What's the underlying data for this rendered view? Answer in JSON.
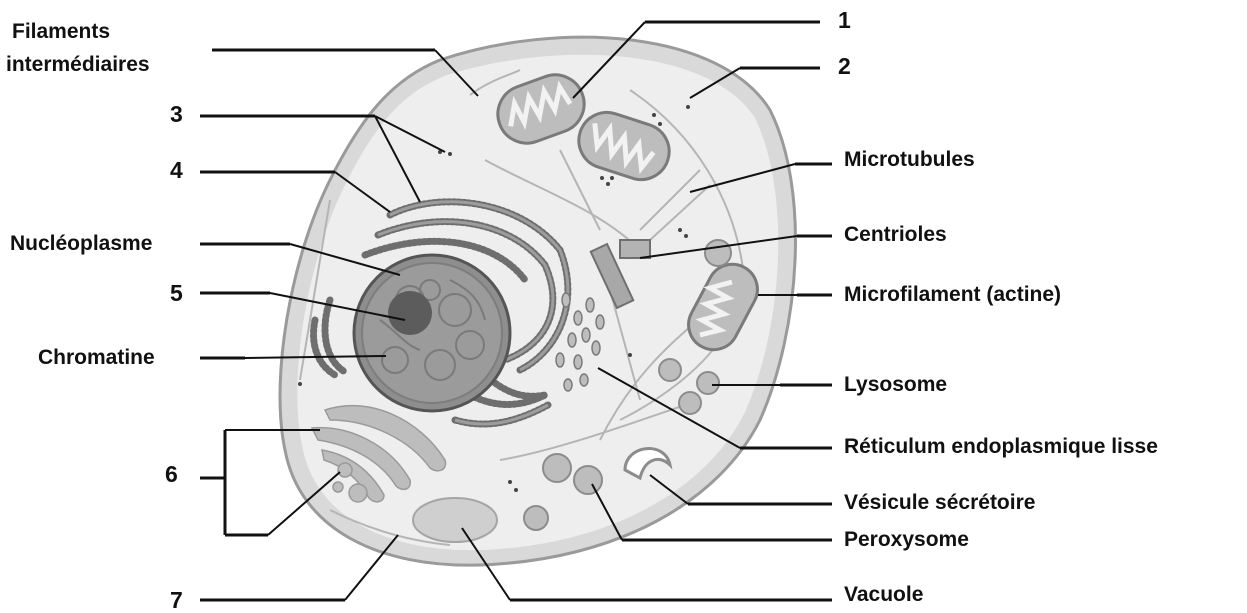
{
  "labels": {
    "filaments": [
      "Filaments",
      "intermédiaires"
    ],
    "n1": "1",
    "n2": "2",
    "n3": "3",
    "n4": "4",
    "n5": "5",
    "n6": "6",
    "n7": "7",
    "nucleoplasme": "Nucléoplasme",
    "chromatine": "Chromatine",
    "microtubules": "Microtubules",
    "centrioles": "Centrioles",
    "microfilament": "Microfilament (actine)",
    "lysosome": "Lysosome",
    "rel": "Réticulum endoplasmique lisse",
    "vesicule": "Vésicule sécrétoire",
    "peroxysome": "Peroxysome",
    "vacuole": "Vacuole"
  }
}
